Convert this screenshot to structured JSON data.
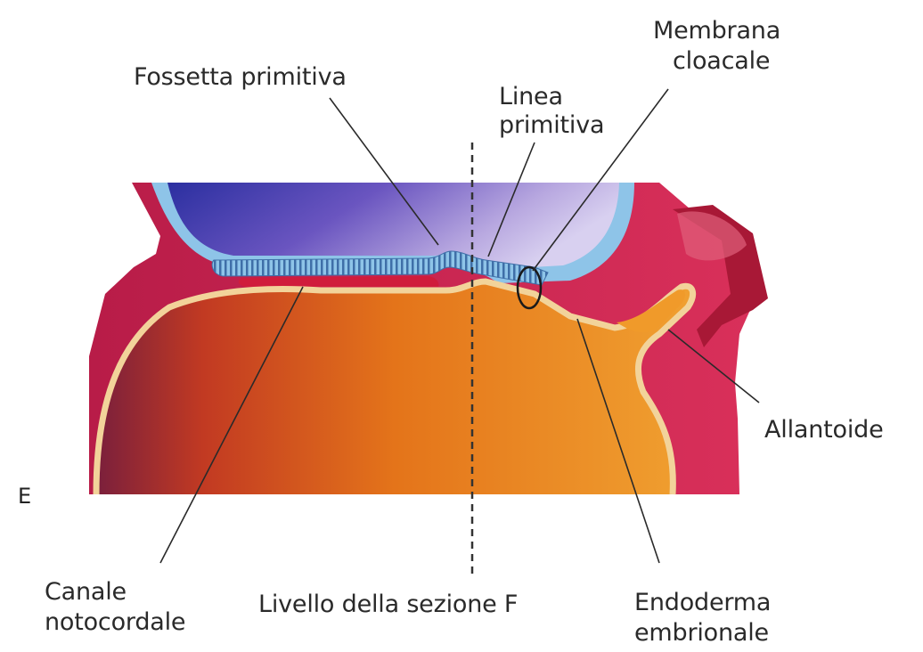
{
  "figure": {
    "panel_letter": "E",
    "labels": {
      "fossetta": "Fossetta primitiva",
      "linea_1": "Linea",
      "linea_2": "primitiva",
      "membrana_1": "Membrana",
      "membrana_2": "cloacale",
      "allantoide": "Allantoide",
      "canale_1": "Canale",
      "canale_2": "notocordale",
      "livello": "Livello della sezione F",
      "endoderma_1": "Endoderma",
      "endoderma_2": "embrionale"
    },
    "colors": {
      "background": "#000000",
      "paper": "#ffffff",
      "amnion_cavity": "#4a3fb0",
      "ectoderm": "#7fb8e0",
      "mesoderm": "#d8204a",
      "yolk_sac": "#e8801c",
      "endoderm_line": "#f2d39a",
      "text": "#2a2a2a"
    }
  }
}
